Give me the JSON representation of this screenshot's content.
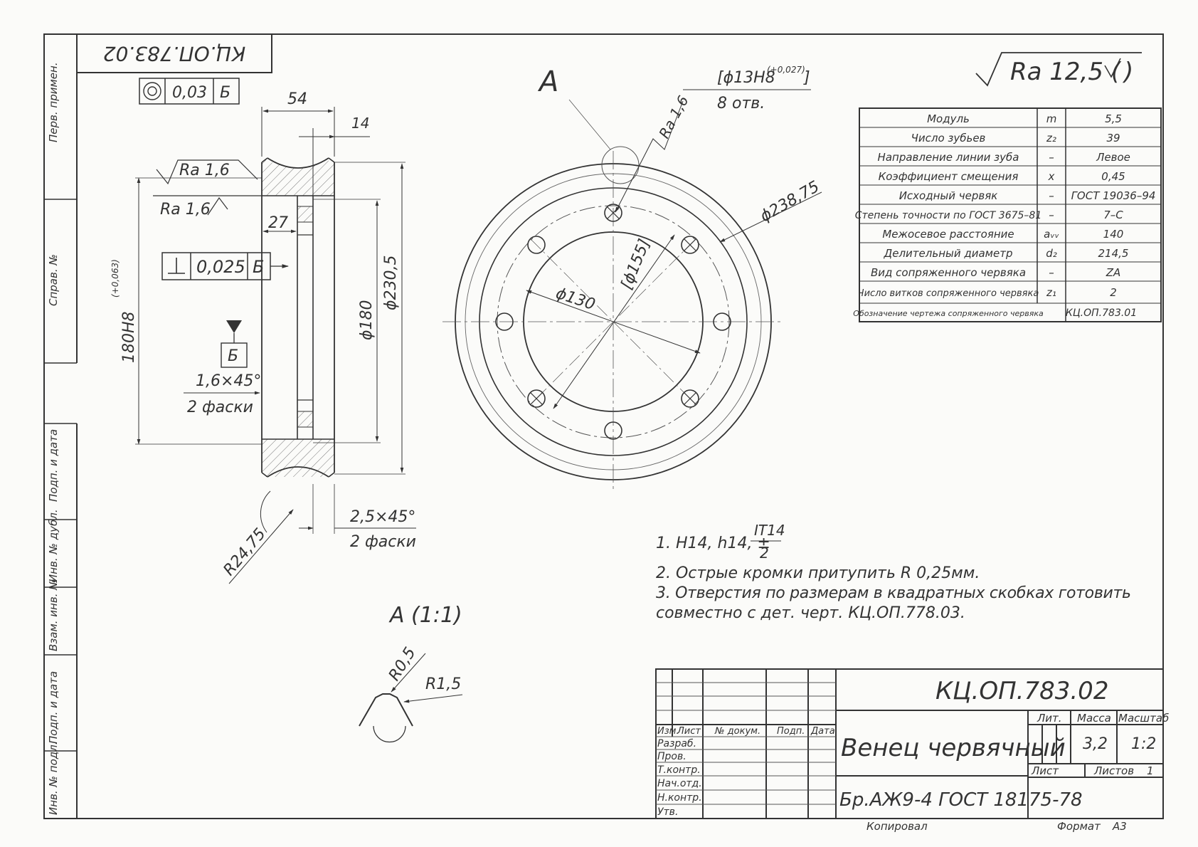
{
  "top_stamp": "КЦ.ОП.783.02",
  "side_labels": [
    "Перв. примен.",
    "Справ. №",
    "Подп. и дата",
    "Инв. № дубл.",
    "Взам. инв. №",
    "Подп. и дата",
    "Инв. № подл."
  ],
  "roughness_general": "Ra 12,5 (",
  "roughness_general_tail": ")",
  "tol_box_1": {
    "value": "0,03",
    "datum": "Б"
  },
  "tol_box_2": {
    "value": "0,025",
    "datum": "Б"
  },
  "datum_label": "Б",
  "section": {
    "dim_54": "54",
    "dim_14": "14",
    "dim_27": "27",
    "ra_top": "Ra 1,6",
    "ra_mid": "Ra 1,6",
    "bore": "180H8",
    "bore_tol": "(+0,063)",
    "d180": "ϕ180",
    "d230": "ϕ230,5",
    "chamfer1": "1,6×45°",
    "chamfer1_note": "2 фаски",
    "chamfer2": "2,5×45°",
    "chamfer2_note": "2 фаски",
    "radius": "R24,75"
  },
  "front_view": {
    "view_label": "А",
    "holes_dim": "[ϕ13H8",
    "holes_tol": "(+0,027)",
    "holes_close": "]",
    "holes_count": "8 отв.",
    "ra_holes": "Ra 1,6",
    "d238": "ϕ238,75",
    "d155": "[ϕ155]",
    "d130": "ϕ130"
  },
  "detail": {
    "label": "А (1:1)",
    "r05": "R0,5",
    "r15": "R1,5"
  },
  "params_table": [
    {
      "name": "Модуль",
      "sym": "m",
      "val": "5,5"
    },
    {
      "name": "Число зубьев",
      "sym": "z₂",
      "val": "39"
    },
    {
      "name": "Направление линии зуба",
      "sym": "–",
      "val": "Левое"
    },
    {
      "name": "Коэффициент смещения",
      "sym": "x",
      "val": "0,45"
    },
    {
      "name": "Исходный червяк",
      "sym": "–",
      "val": "ГОСТ 19036–94"
    },
    {
      "name": "Степень точности по ГОСТ 3675–81",
      "sym": "–",
      "val": "7–С"
    },
    {
      "name": "Межосевое расстояние",
      "sym": "aᵥᵥ",
      "val": "140"
    },
    {
      "name": "Делительный диаметр",
      "sym": "d₂",
      "val": "214,5"
    },
    {
      "name": "Вид сопряженного червяка",
      "sym": "–",
      "val": "ZA"
    },
    {
      "name": "Число витков сопряженного червяка",
      "sym": "z₁",
      "val": "2"
    },
    {
      "name": "Обозначение чертежа сопряженного червяка",
      "sym": "",
      "val": "КЦ.ОП.783.01"
    }
  ],
  "notes": {
    "n1_prefix": "1. H14, h14, ±",
    "n1_num": "IT14",
    "n1_den": "2",
    "n2": "2. Острые кромки притупить R 0,25мм.",
    "n3a": "3. Отверстия по размерам в квадратных скобках готовить",
    "n3b": "совместно с дет. черт. КЦ.ОП.778.03."
  },
  "title_block": {
    "doc_code": "КЦ.ОП.783.02",
    "name": "Венец червячный",
    "material": "Бр.АЖ9-4 ГОСТ 18175-78",
    "head_izm": "Изм.",
    "head_list": "Лист",
    "head_doc": "№ докум.",
    "head_podp": "Подп.",
    "head_data": "Дата",
    "roles": [
      "Разраб.",
      "Пров.",
      "Т.контр.",
      "Нач.отд.",
      "Н.контр.",
      "Утв."
    ],
    "lit_label": "Лит.",
    "mass_label": "Масса",
    "scale_label": "Масштаб",
    "mass": "3,2",
    "scale": "1:2",
    "sheet_label": "Лист",
    "sheets_label": "Листов",
    "sheets": "1"
  },
  "footer": {
    "copied": "Копировал",
    "format_label": "Формат",
    "format": "А3"
  }
}
